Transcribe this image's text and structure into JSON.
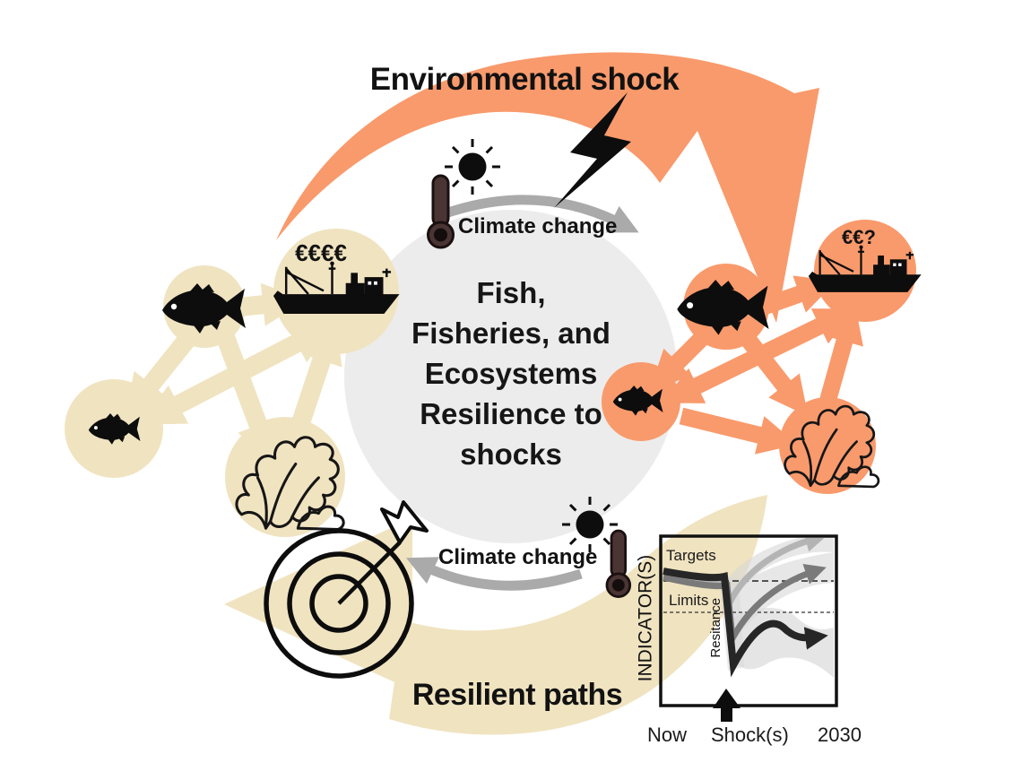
{
  "labels": {
    "environmental_shock": "Environmental shock",
    "climate_change_top": "Climate change",
    "climate_change_bottom": "Climate change",
    "resilient_paths": "Resilient paths",
    "money_left": "€€€€",
    "money_right": "€€?"
  },
  "center_circle": {
    "lines": [
      "Fish,",
      "Fisheries, and",
      "Ecosystems",
      "Resilience to",
      "shocks"
    ]
  },
  "icons": {
    "top": [
      "lightning-icon",
      "sun-icon",
      "thermometer-icon"
    ],
    "bottom": [
      "sun-icon",
      "thermometer-icon",
      "target-arrow-icon"
    ],
    "left_network": [
      "fish-icon",
      "trawler-ship-icon",
      "small-fish-icon",
      "coral-icon"
    ],
    "right_network": [
      "fish-icon",
      "trawler-ship-icon",
      "small-fish-icon",
      "coral-icon"
    ]
  },
  "colors": {
    "orange": "#F99A6C",
    "beige": "#F0E3C0",
    "circle_gray": "#ECECEC",
    "arrow_gray": "#AAAAAA",
    "ink": "#111111"
  },
  "inset_chart": {
    "y_axis_label": "INDICATOR(S)",
    "targets_label": "Targets",
    "limits_label": "Limits",
    "resistance_label": "Resitance",
    "x_ticks": [
      "Now",
      "Shock(s)",
      "2030"
    ]
  },
  "chart_data": {
    "type": "line",
    "title": "",
    "xlabel": "",
    "ylabel": "INDICATOR(S)",
    "x_axis_ticks": [
      "Now",
      "Shock(s)",
      "2030"
    ],
    "reference_lines": [
      {
        "label": "Targets",
        "style": "dashed",
        "y_norm": 0.74
      },
      {
        "label": "Limits",
        "style": "dashed",
        "y_norm": 0.55
      }
    ],
    "shock_annotation": {
      "label": "Resitance",
      "x_norm": 0.4,
      "marker": "up-arrow"
    },
    "grid": false,
    "legend": false,
    "series": [
      {
        "name": "high resilience trajectory",
        "color": "#B4B4B4",
        "uncertainty_band": true,
        "x_norm": [
          0.0,
          0.36,
          0.4,
          0.7,
          1.0
        ],
        "y_norm": [
          0.78,
          0.73,
          0.61,
          0.88,
          0.98
        ]
      },
      {
        "name": "medium resilience trajectory",
        "color": "#7A7A7A",
        "uncertainty_band": true,
        "x_norm": [
          0.0,
          0.36,
          0.4,
          0.7,
          1.0
        ],
        "y_norm": [
          0.76,
          0.71,
          0.4,
          0.7,
          0.79
        ]
      },
      {
        "name": "low resilience trajectory",
        "color": "#262626",
        "uncertainty_band": true,
        "x_norm": [
          0.0,
          0.36,
          0.4,
          0.7,
          1.0
        ],
        "y_norm": [
          0.79,
          0.77,
          0.24,
          0.46,
          0.4
        ]
      }
    ]
  }
}
